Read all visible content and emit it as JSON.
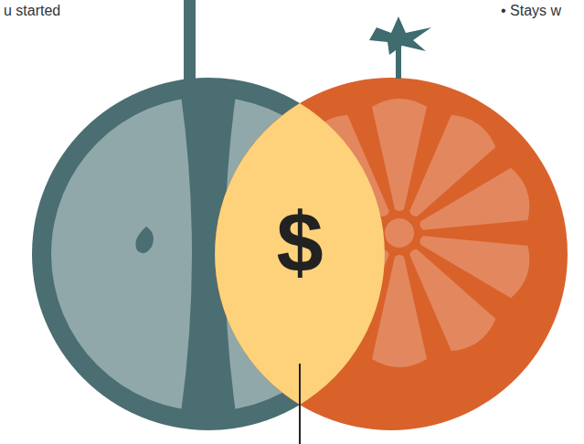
{
  "diagram": {
    "nodes": [
      {
        "text": [
          "$"
        ]
      }
    ],
    "labels": [
      "u started",
      "• Stays w"
    ]
  }
}
